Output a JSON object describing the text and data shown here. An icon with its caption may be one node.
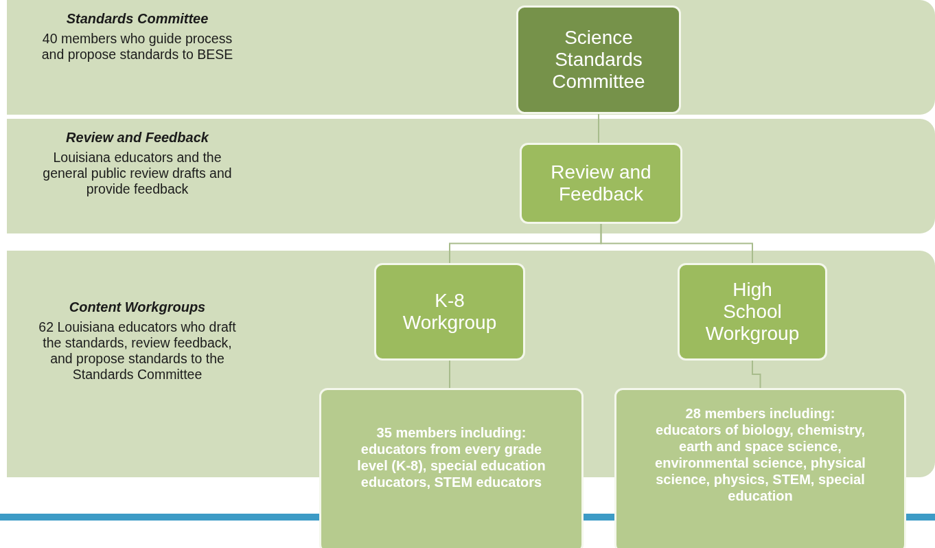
{
  "diagram": {
    "nodes": [
      {
        "text": [
          "Standards Committee",
          "40 members who guide process and propose standards to BESE"
        ]
      },
      {
        "text": [
          "Review and Feedback",
          "Louisiana educators and the general public review drafts and provide feedback"
        ]
      },
      {
        "text": [
          "Content Workgroups",
          "62 Louisiana educators who draft the standards, review feedback, and propose standards to the Standards Committee"
        ]
      },
      {
        "text": [
          "Science Standards Committee"
        ],
        "in": 0
      },
      {
        "text": [
          "Review and Feedback"
        ],
        "in": 1
      },
      {
        "text": [
          "K-8 Workgroup"
        ],
        "in": 2
      },
      {
        "text": [
          "High School Workgroup"
        ],
        "in": 2
      },
      {
        "text": [
          "35 members including: educators from every grade level (K-8), special education educators, STEM educators"
        ]
      },
      {
        "text": [
          "28 members including: educators of biology, chemistry, earth and space science,  environmental science, physical science, physics, STEM, special education"
        ]
      }
    ],
    "edges": [
      {
        "from": 3,
        "to": 4,
        "arrow": "none"
      },
      {
        "from": 4,
        "to": 5,
        "arrow": "none"
      },
      {
        "from": 4,
        "to": 6,
        "arrow": "none"
      },
      {
        "from": 5,
        "to": 7,
        "arrow": "none"
      },
      {
        "from": 6,
        "to": 8,
        "arrow": "none"
      }
    ]
  }
}
